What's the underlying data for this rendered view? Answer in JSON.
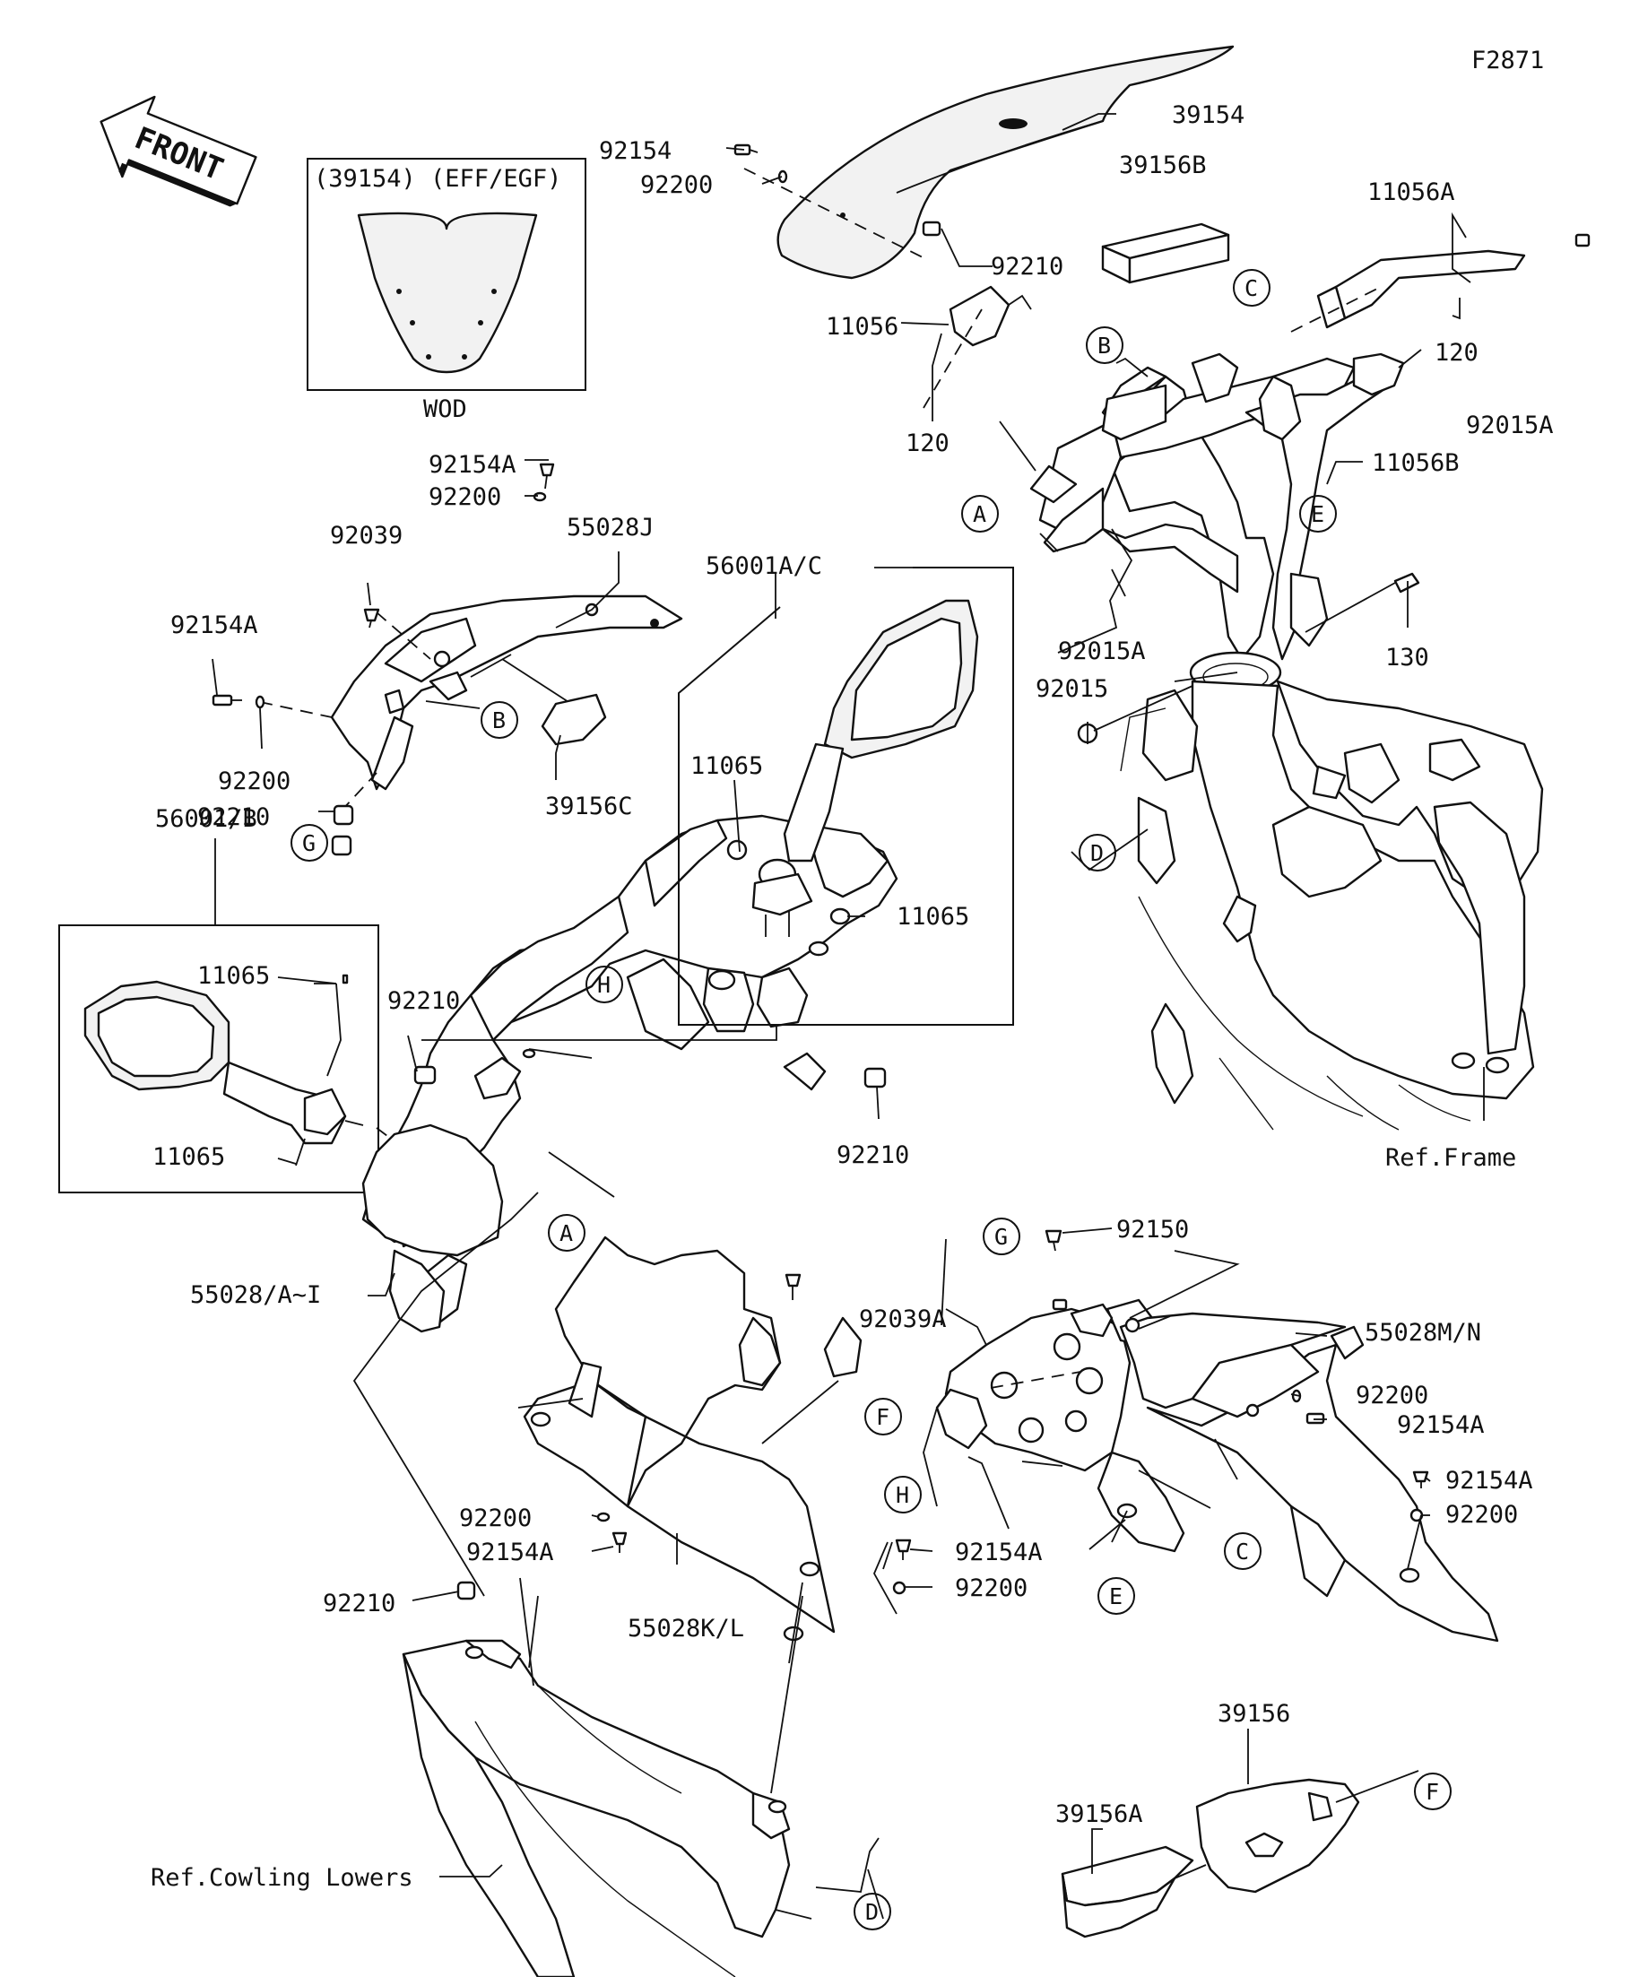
{
  "figure_code": "F2871",
  "front_arrow_label": "FRONT",
  "inset_windshield": {
    "header": "(39154) (EFF/EGF)",
    "footer": "WOD"
  },
  "refs": {
    "frame": "Ref.Frame",
    "cowling_lowers": "Ref.Cowling Lowers"
  },
  "callouts": [
    "A",
    "B",
    "C",
    "D",
    "E",
    "F",
    "G",
    "H"
  ],
  "labels": [
    "39154",
    "92154",
    "92200",
    "39156B",
    "11056A",
    "92210",
    "11056",
    "120",
    "120",
    "92015A",
    "11056B",
    "92154A",
    "92200",
    "92039",
    "55028J",
    "92154A",
    "92200",
    "92210",
    "39156C",
    "56001A/C",
    "11065",
    "11065",
    "92015A",
    "130",
    "92015",
    "56001/B",
    "11065",
    "11065",
    "92210",
    "92210",
    "55028/A~I",
    "92150",
    "92039A",
    "55028M/N",
    "92200",
    "92154A",
    "92154A",
    "92200",
    "92200",
    "92154A",
    "92154A",
    "92200",
    "92210",
    "55028K/L",
    "39156",
    "39156A"
  ]
}
